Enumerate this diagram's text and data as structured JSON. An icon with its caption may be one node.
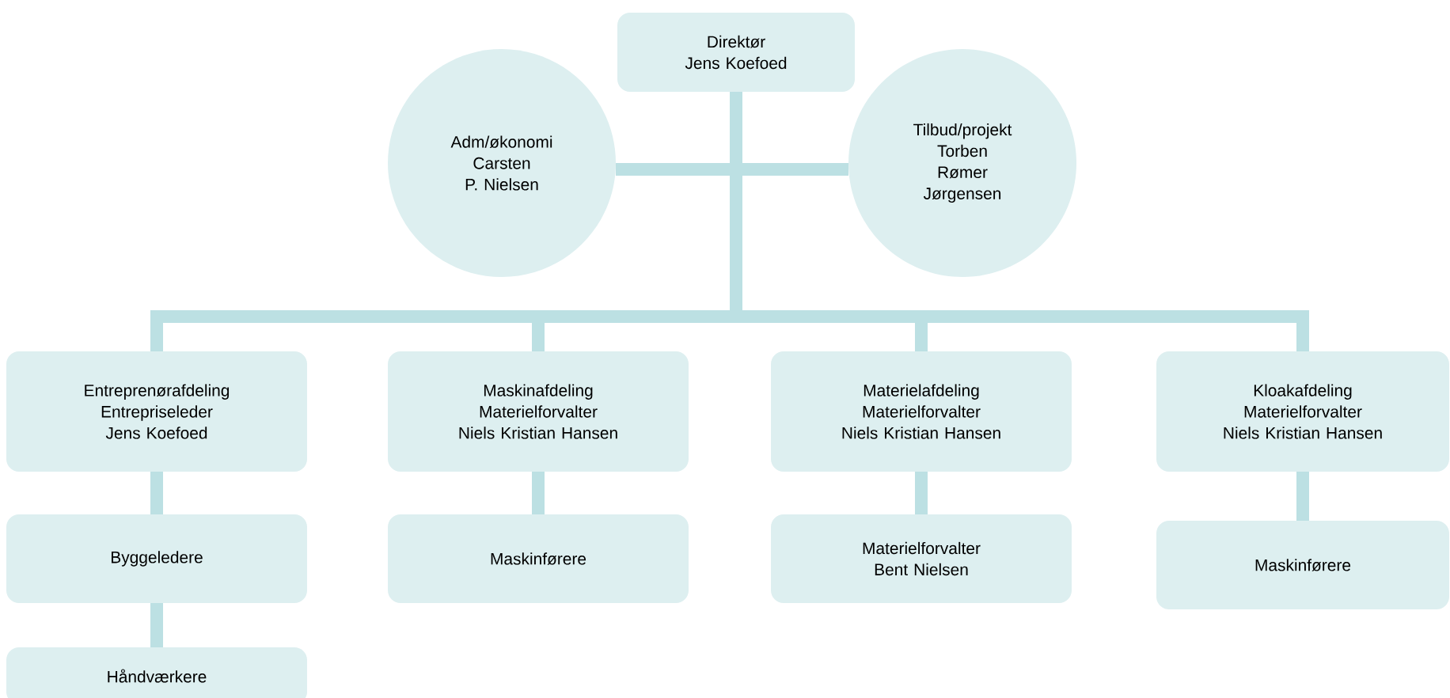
{
  "diagram": {
    "nodes": [
      {
        "text": [
          "Direktør",
          "Jens Koefoed"
        ]
      },
      {
        "text": [
          "Adm/økonomi",
          "Carsten P. Nielsen"
        ]
      },
      {
        "text": [
          "Tilbud/projekt",
          "Torben Rømer Jørgensen"
        ]
      },
      {
        "text": [
          "Entreprenørafdeling",
          "Entrepriseleder",
          "Jens Koefoed"
        ]
      },
      {
        "text": [
          "Maskinafdeling",
          "Materielforvalter",
          "Niels Kristian Hansen"
        ]
      },
      {
        "text": [
          "Materielafdeling",
          "Materielforvalter",
          "Niels Kristian Hansen"
        ]
      },
      {
        "text": [
          "Kloakafdeling",
          "Materielforvalter",
          "Niels Kristian Hansen"
        ]
      },
      {
        "text": [
          "Byggeledere"
        ]
      },
      {
        "text": [
          "Håndværkere"
        ]
      },
      {
        "text": [
          "Maskinførere"
        ]
      },
      {
        "text": [
          "Materielforvalter",
          "Bent Nielsen"
        ]
      },
      {
        "text": [
          "Maskinførere"
        ]
      }
    ],
    "edges": [
      {
        "from": 0,
        "to": 1,
        "arrow": "none"
      },
      {
        "from": 0,
        "to": 2,
        "arrow": "none"
      },
      {
        "from": 0,
        "to": 3,
        "arrow": "none"
      },
      {
        "from": 0,
        "to": 4,
        "arrow": "none"
      },
      {
        "from": 0,
        "to": 5,
        "arrow": "none"
      },
      {
        "from": 0,
        "to": 6,
        "arrow": "none"
      },
      {
        "from": 3,
        "to": 7,
        "arrow": "none"
      },
      {
        "from": 7,
        "to": 8,
        "arrow": "none"
      },
      {
        "from": 4,
        "to": 9,
        "arrow": "none"
      },
      {
        "from": 5,
        "to": 10,
        "arrow": "none"
      },
      {
        "from": 6,
        "to": 11,
        "arrow": "none"
      }
    ]
  }
}
